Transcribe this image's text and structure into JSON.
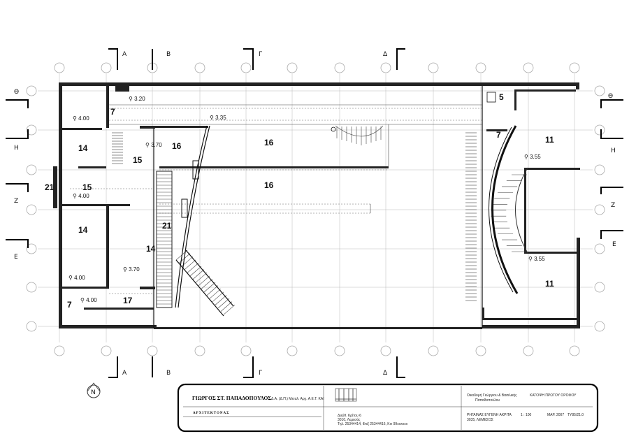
{
  "section_marks": {
    "vertical": [
      "Α",
      "Β",
      "Γ",
      "Δ"
    ],
    "horizontal": [
      "Θ",
      "Η",
      "Ζ",
      "Ε"
    ]
  },
  "rooms": {
    "r7_top": "7",
    "r14_top": "14",
    "r15_a": "15",
    "r21_left": "21",
    "r15_b": "15",
    "r14_mid": "14",
    "r7_bot": "7",
    "r17": "17",
    "r14_stair": "14",
    "r21_ramp": "21",
    "r16_a": "16",
    "r16_b": "16",
    "r16_c": "16",
    "r5": "5",
    "r7_right": "7",
    "r11_top": "11",
    "r11_bot": "11"
  },
  "levels": {
    "l1": "4.00",
    "l2": "3.20",
    "l3": "3.35",
    "l4": "3.70",
    "l5": "4.00",
    "l6": "3.70",
    "l7": "4.00",
    "l8": "4.00",
    "l9": "3.55",
    "l10": "3.55"
  },
  "north": "N",
  "title_block": {
    "architect": "ΓΙΩΡΓΟΣ ΣΤ. ΠΑΠΑΔΟΠΟΥΛΟΣ",
    "credentials": "Δ.Α. (Δ.Π.) Μεταλ. Αρχ. Α.Ε.Τ. ΚΑΙ",
    "profession": "ΑΡΧΙΤΕΚΤΟΝΑΣ",
    "address_1": "Διεύθ. Κρίτου 6",
    "address_2": "3010, Λεμεσός",
    "address_3": "Τηλ. 25344414, Φαξ 25344416, Κιν 99xxxxxx",
    "project_1": "Οικοδομή Γεώργιου & Βασιλικής",
    "project_2": "Παπαδοπούλου",
    "drawing_title": "ΚΑΤΟΨΗ ΠΡΩΤΟΥ ΟΡΟΦΟΥ",
    "site_1": "ΡΗΓΑΙΝΑΣ ΕΥΓΕΝΗ ΑΚΡΙΤΑ",
    "site_2": "3035, ΛΕΜΕΣΟΣ",
    "scale": "1 : 100",
    "date": "ΜΑΡ. 2007",
    "sheet": "ΤΥ85/21.0"
  }
}
